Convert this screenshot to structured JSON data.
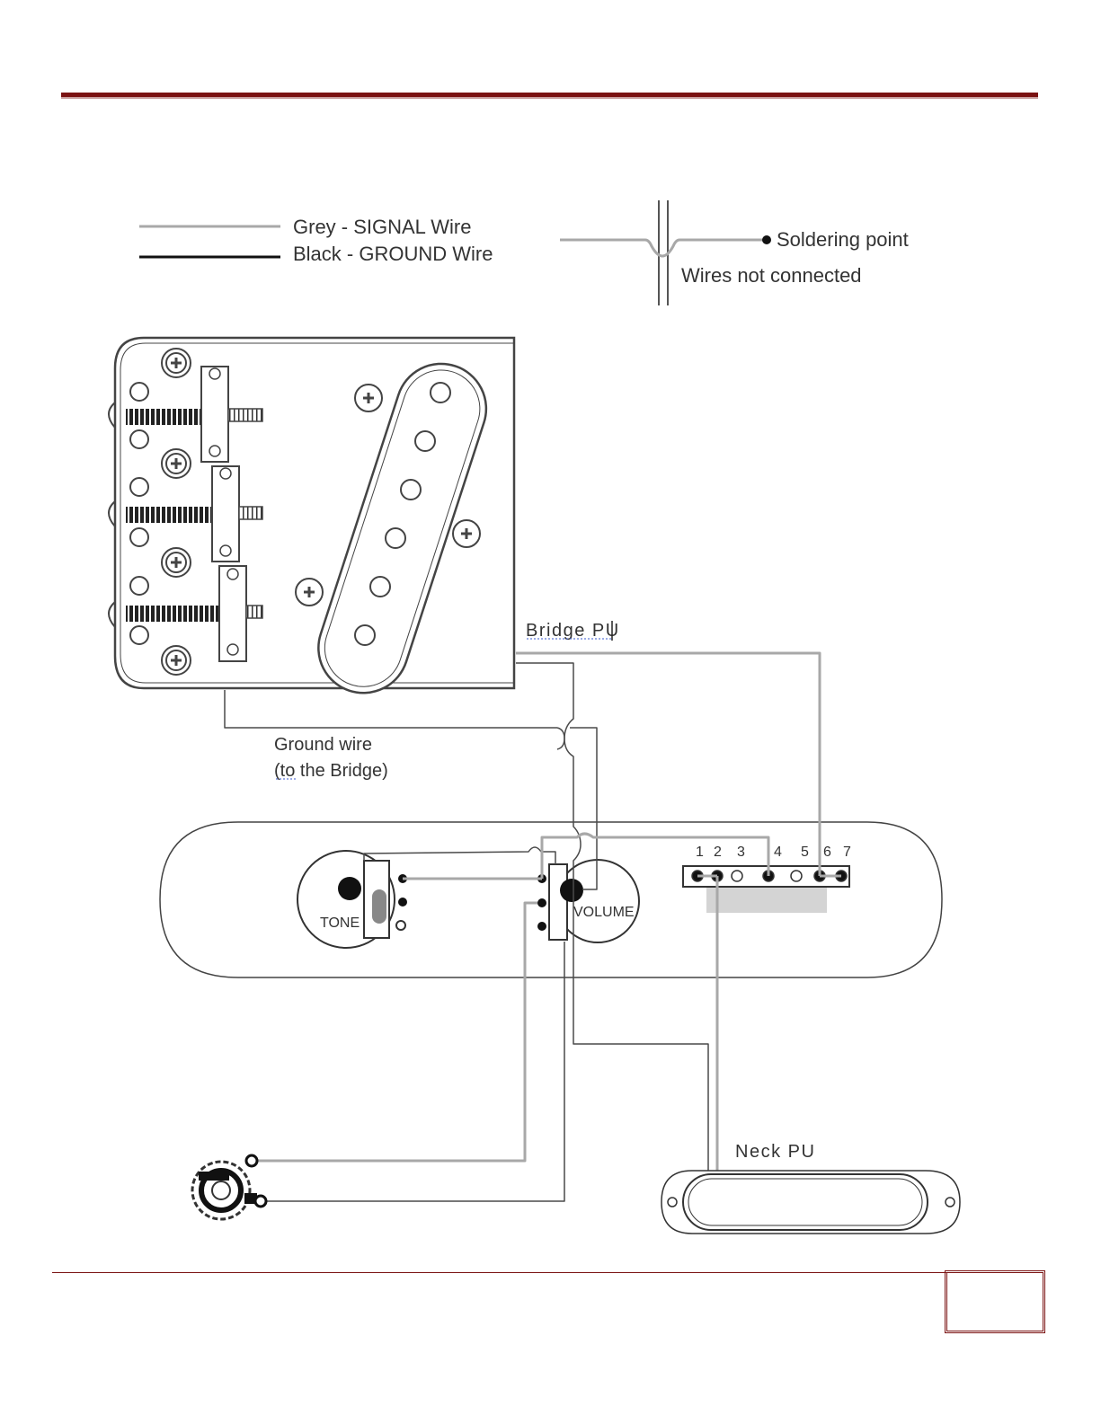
{
  "legend": {
    "signal_label": "Grey - SIGNAL Wire",
    "ground_label": "Black - GROUND Wire",
    "soldering_label": "Soldering point",
    "not_connected_label": "Wires not connected"
  },
  "labels": {
    "bridge_pu": "Bridge PU",
    "ground_wire_line1": "Ground wire",
    "ground_wire_line2": "(to the Bridge)",
    "tone": "TONE",
    "volume": "VOLUME",
    "neck_pu": "Neck PU"
  },
  "switch": {
    "terminals": [
      "1",
      "2",
      "3",
      "4",
      "5",
      "6",
      "7"
    ]
  },
  "colors": {
    "signal_wire": "#a8a8a8",
    "ground_wire": "#4a4a4a",
    "rule": "#7a1212"
  }
}
